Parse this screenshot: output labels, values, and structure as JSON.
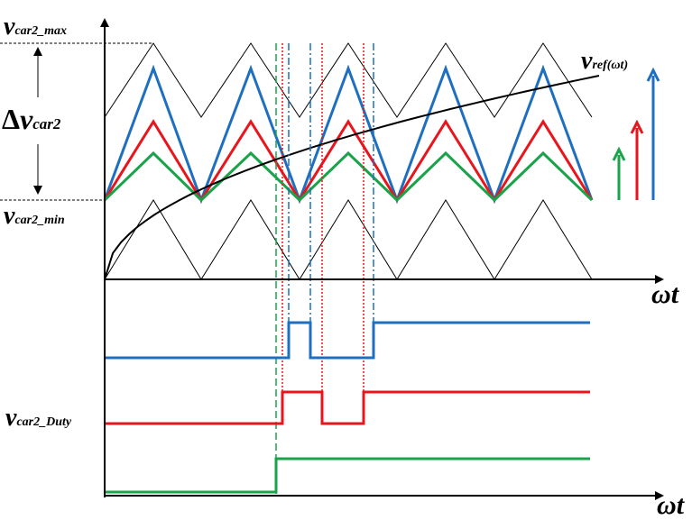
{
  "labels": {
    "vmax_main": "v",
    "vmax_sub": "car2_max",
    "vmin_main": "v",
    "vmin_sub": "car2_min",
    "delta_symbol": "Δ",
    "delta_main": "v",
    "delta_sub": "car2",
    "vref_main": "v",
    "vref_sub": "ref(ωt)",
    "duty_main": "v",
    "duty_sub": "car2_Duty",
    "axis_top": "ωt",
    "axis_bottom": "ωt"
  },
  "colors": {
    "blue": "#1f6fc0",
    "red": "#e8161c",
    "green": "#1aa34a",
    "black": "#000000"
  }
}
